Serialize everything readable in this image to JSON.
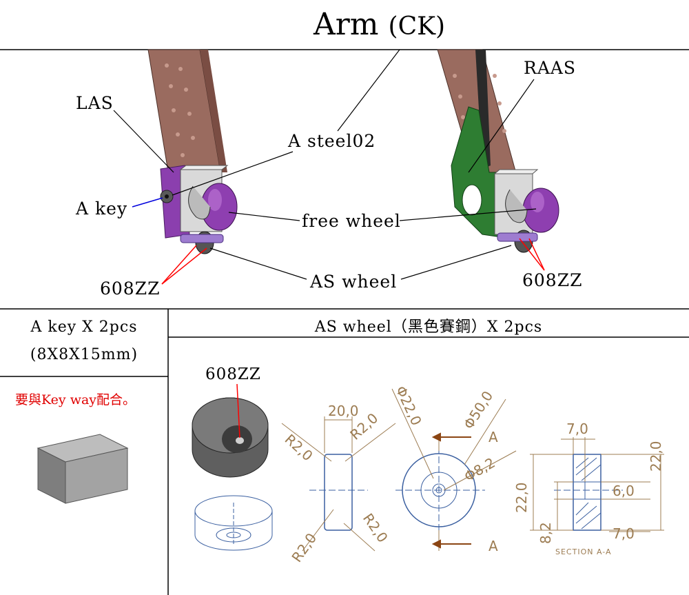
{
  "title": "Arm",
  "title_suffix": "(CK)",
  "colors": {
    "arm_body": "#9a6b5f",
    "purple": "#8b3fae",
    "green": "#2e7d32",
    "red_leader": "#ff0000",
    "blue_leader": "#0000dd",
    "dimension": "#9c7c52",
    "outline_blue": "#3a5fa0"
  },
  "callouts": {
    "las": "LAS",
    "raas": "RAAS",
    "a_steel": "A steel02",
    "a_key": "A key",
    "free_wheel": "free wheel",
    "as_wheel": "AS wheel",
    "bearing_left": "608ZZ",
    "bearing_right": "608ZZ"
  },
  "a_key_cell": {
    "line1": "A key X 2pcs",
    "line2": "(8X8X15mm)",
    "note": "要與Key way配合。"
  },
  "as_wheel_cell": {
    "title": "AS wheel（黑色賽鋼）X 2pcs",
    "bearing": "608ZZ",
    "dims": {
      "width": "20,0",
      "r_top_left": "R2,0",
      "r_top_right": "R2,0",
      "r_bot_left": "R2,0",
      "r_bot_right": "R2,0",
      "dia_22": "Φ22,0",
      "dia_50": "Φ50,0",
      "dia_8": "Φ8,2",
      "section_top": "7,0",
      "section_6": "6,0",
      "section_bot": "7,0",
      "height_22_right": "22,0",
      "height_22_left": "22,0",
      "depth_8": "8,2",
      "section_mark": "A",
      "section_mark2": "A",
      "section_label": "SECTION A-A"
    }
  }
}
